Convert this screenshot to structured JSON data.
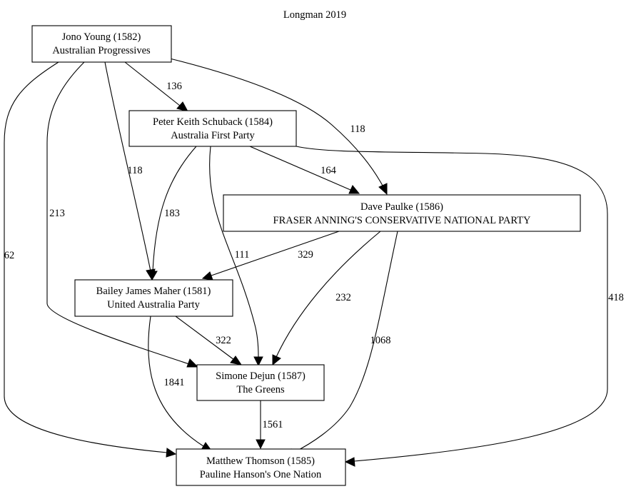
{
  "title": "Longman 2019",
  "nodes": [
    {
      "id": "jono",
      "line1": "Jono Young (1582)",
      "line2": "Australian Progressives"
    },
    {
      "id": "peter",
      "line1": "Peter Keith Schuback (1584)",
      "line2": "Australia First Party"
    },
    {
      "id": "dave",
      "line1": "Dave Paulke (1586)",
      "line2": "FRASER ANNING'S CONSERVATIVE NATIONAL PARTY"
    },
    {
      "id": "bailey",
      "line1": "Bailey James Maher (1581)",
      "line2": "United Australia Party"
    },
    {
      "id": "simone",
      "line1": "Simone Dejun (1587)",
      "line2": "The Greens"
    },
    {
      "id": "matthew",
      "line1": "Matthew Thomson (1585)",
      "line2": "Pauline Hanson's One Nation"
    }
  ],
  "edges": [
    {
      "from": "jono",
      "to": "peter",
      "label": "136"
    },
    {
      "from": "jono",
      "to": "dave",
      "label": "118"
    },
    {
      "from": "jono",
      "to": "bailey",
      "label": "118"
    },
    {
      "from": "jono",
      "to": "simone",
      "label": "213"
    },
    {
      "from": "jono",
      "to": "matthew",
      "label": "62"
    },
    {
      "from": "peter",
      "to": "dave",
      "label": "164"
    },
    {
      "from": "peter",
      "to": "bailey",
      "label": "183"
    },
    {
      "from": "peter",
      "to": "simone",
      "label": "111"
    },
    {
      "from": "peter",
      "to": "matthew",
      "label": "418"
    },
    {
      "from": "dave",
      "to": "bailey",
      "label": "329"
    },
    {
      "from": "dave",
      "to": "simone",
      "label": "232"
    },
    {
      "from": "dave",
      "to": "matthew",
      "label": "1068"
    },
    {
      "from": "bailey",
      "to": "simone",
      "label": "322"
    },
    {
      "from": "bailey",
      "to": "matthew",
      "label": "1841"
    },
    {
      "from": "simone",
      "to": "matthew",
      "label": "1561"
    }
  ]
}
